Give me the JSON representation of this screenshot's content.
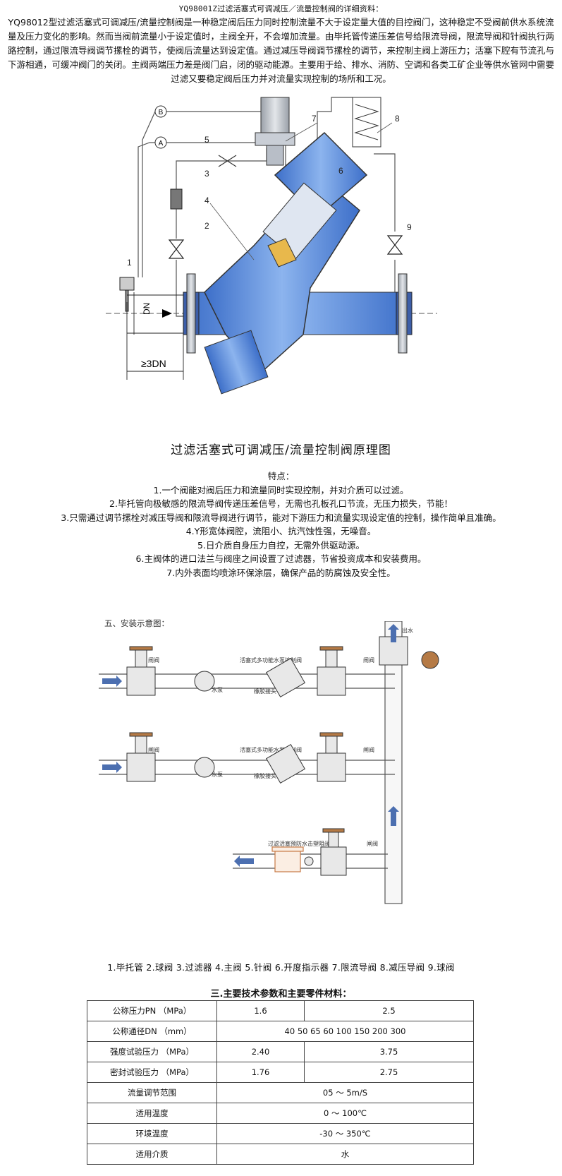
{
  "header": {
    "title": "YQ98001Z过滤活塞式可调减压／流量控制阀的详细资料：",
    "intro": "YQ98012型过滤活塞式可调减压/流量控制阀是一种稳定阀后压力同时控制流量不大于设定量大值的目控阀门，这种稳定不受阀前供水系统流量及压力变化的影响。然而当阀前流量小于设定值时，主阀全开，不会增加流量。由毕托管传递压差信号给限流导阀，限流导阀和针阀执行两路控制，通过限流导阀调节摞栓的调节，使阀后流量达到设定值。通过减压导阀调节摞栓的调节，来控制主阀上游压力；活塞下腔有节流孔与下游相通，可缓冲阀门的关闭。主阀两端压力差是阀门启，闭的驱动能源。主要用于给、排水、消防、空调和各类工矿企业等供水管网中需要过滤又要稳定阀后压力并对流量实现控制的场所和工况。"
  },
  "diagram1": {
    "caption": "过滤活塞式可调减压/流量控制阀原理图",
    "markers": [
      "B",
      "A"
    ],
    "callouts": [
      "1",
      "2",
      "3",
      "4",
      "5",
      "6",
      "7",
      "8",
      "9"
    ],
    "dim_dn": "DN",
    "dim_3dn": "≥3DN"
  },
  "features": {
    "heading": "特点：",
    "items": [
      "1.一个阀能对阀后压力和流量同时实现控制，并对介质可以过滤。",
      "2.毕托管向极敏感的限流导阀传递压差信号，无需也孔板孔口节流，无压力损失，节能！",
      "3.只需通过调节摞栓对减压导阀和限流导阀进行调节，能对下游压力和流量实现设定值的控制，操作简单且准确。",
      "4.Y形宽体阀腔，流阻小、抗汽蚀性强，无噪音。",
      "5.日介质自身压力自控，无需外供驱动源。",
      "6.主阀体的进口法兰与阀座之间设置了过滤器，节省投资成本和安装费用。",
      "7.内外表面均喷涂环保涂层，确保产品的防腐蚀及安全性。"
    ]
  },
  "install": {
    "heading": "五、安装示意图：",
    "labels": {
      "gate_valve": "闸阀",
      "pump": "水泵",
      "rubber_joint": "橡胶接头",
      "multi_valve": "活塞式多功能水泵控制阀",
      "outlet": "出水",
      "anti_hammer": "过滤活塞预防水击塑阻阀"
    }
  },
  "parts_legend": "1.毕托管 2.球阀 3.过滤器 4.主阀 5.针阀 6.开度指示器 7.限流导阀 8.减压导阀 9.球阀",
  "spec": {
    "title": "三.主要技术参数和主要零件材料：",
    "rows": [
      {
        "k": "公称压力PN （MPa）",
        "v1": "1.6",
        "v2": "2.5"
      },
      {
        "k": "公称通径DN （mm）",
        "span": "40 50 65 60 100 150 200 300"
      },
      {
        "k": "强度试验压力 （MPa）",
        "v1": "2.40",
        "v2": "3.75"
      },
      {
        "k": "密封试验压力 （MPa）",
        "v1": "1.76",
        "v2": "2.75"
      },
      {
        "k": "流量调节范围",
        "span": "05 ～ 5m/S"
      },
      {
        "k": "适用温度",
        "span": "0 ～ 100℃"
      },
      {
        "k": "环境温度",
        "span": "-30 ～ 350℃"
      },
      {
        "k": "适用介质",
        "span": "水"
      }
    ]
  }
}
